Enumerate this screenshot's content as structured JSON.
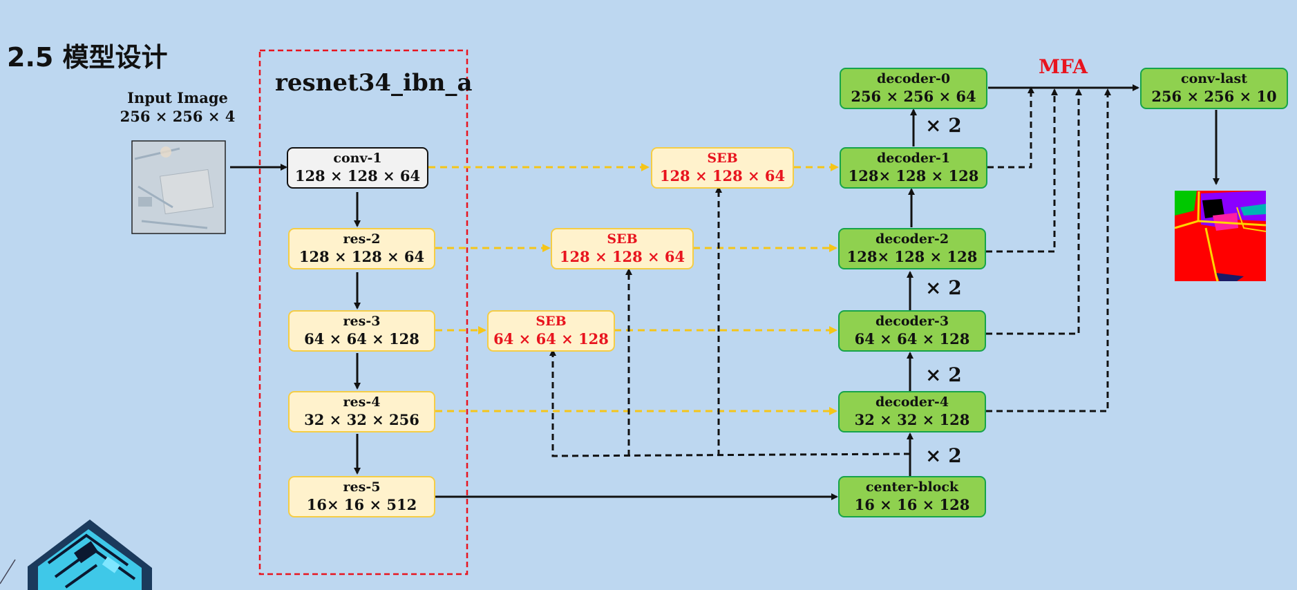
{
  "slide": {
    "title": "2.5 模型设计",
    "backbone_label": "resnet34_ibn_a",
    "input_label": "Input Image",
    "input_size": "256 × 256 × 4",
    "mfa_label": "MFA"
  },
  "encoder": [
    {
      "name": "conv-1",
      "size": "128 × 128 × 64"
    },
    {
      "name": "res-2",
      "size": "128 × 128 × 64"
    },
    {
      "name": "res-3",
      "size": "64 × 64 × 128"
    },
    {
      "name": "res-4",
      "size": "32 × 32 × 256"
    },
    {
      "name": "res-5",
      "size": "16× 16 × 512"
    }
  ],
  "seb": [
    {
      "name": "SEB",
      "size": "128 × 128 × 64"
    },
    {
      "name": "SEB",
      "size": "128 × 128 × 64"
    },
    {
      "name": "SEB",
      "size": "64 × 64 × 128"
    }
  ],
  "decoder": [
    {
      "name": "decoder-0",
      "size": "256 × 256 × 64"
    },
    {
      "name": "decoder-1",
      "size": "128× 128 × 128"
    },
    {
      "name": "decoder-2",
      "size": "128× 128 × 128"
    },
    {
      "name": "decoder-3",
      "size": "64 × 64 × 128"
    },
    {
      "name": "decoder-4",
      "size": "32 × 32 × 128"
    },
    {
      "name": "center-block",
      "size": "16 × 16 × 128"
    }
  ],
  "conv_last": {
    "name": "conv-last",
    "size": "256 × 256 × 10"
  },
  "upsample_labels": [
    "× 2",
    "× 2",
    "× 2",
    "× 2"
  ],
  "colors": {
    "background": "#bdd7f0",
    "encoder_fill": "#fff2cc",
    "encoder_border": "#f5cd45",
    "decoder_fill": "#8fd14f",
    "decoder_border": "#16a34a",
    "seb_text": "#e8141e",
    "backbone_frame": "#e8141e",
    "skip_arrow": "#f5c518",
    "mfa_text": "#e8141e"
  }
}
